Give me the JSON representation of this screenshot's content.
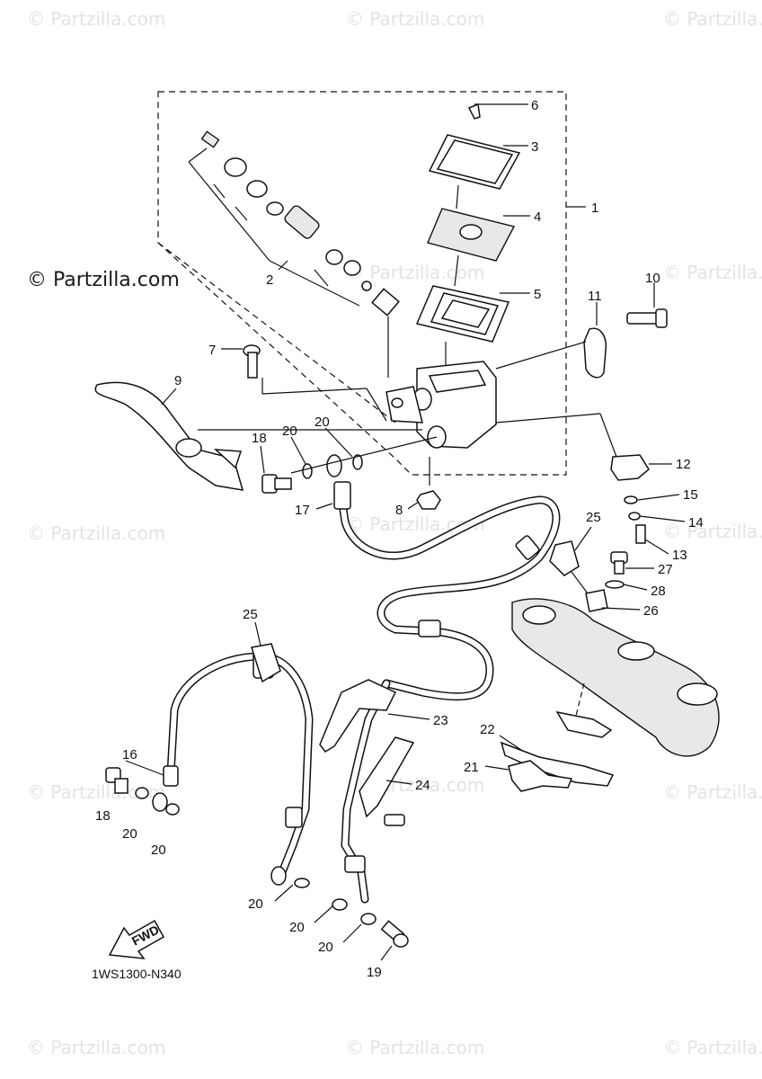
{
  "watermark": {
    "text": "© Partzilla.com",
    "feature_text": "© Partzilla.com"
  },
  "diagram_code": "1WS1300-N340",
  "fwd_label": "FWD",
  "callouts": [
    {
      "id": "c1",
      "label": "1"
    },
    {
      "id": "c2",
      "label": "2"
    },
    {
      "id": "c3",
      "label": "3"
    },
    {
      "id": "c4",
      "label": "4"
    },
    {
      "id": "c5",
      "label": "5"
    },
    {
      "id": "c6",
      "label": "6"
    },
    {
      "id": "c7",
      "label": "7"
    },
    {
      "id": "c8",
      "label": "8"
    },
    {
      "id": "c9",
      "label": "9"
    },
    {
      "id": "c10",
      "label": "10"
    },
    {
      "id": "c11",
      "label": "11"
    },
    {
      "id": "c12",
      "label": "12"
    },
    {
      "id": "c13",
      "label": "13"
    },
    {
      "id": "c14",
      "label": "14"
    },
    {
      "id": "c15",
      "label": "15"
    },
    {
      "id": "c16",
      "label": "16"
    },
    {
      "id": "c17",
      "label": "17"
    },
    {
      "id": "c18a",
      "label": "18"
    },
    {
      "id": "c18b",
      "label": "18"
    },
    {
      "id": "c19",
      "label": "19"
    },
    {
      "id": "c20a",
      "label": "20"
    },
    {
      "id": "c20b",
      "label": "20"
    },
    {
      "id": "c20c",
      "label": "20"
    },
    {
      "id": "c20d",
      "label": "20"
    },
    {
      "id": "c20e",
      "label": "20"
    },
    {
      "id": "c20f",
      "label": "20"
    },
    {
      "id": "c20g",
      "label": "20"
    },
    {
      "id": "c21",
      "label": "21"
    },
    {
      "id": "c22",
      "label": "22"
    },
    {
      "id": "c23",
      "label": "23"
    },
    {
      "id": "c24",
      "label": "24"
    },
    {
      "id": "c25a",
      "label": "25"
    },
    {
      "id": "c25b",
      "label": "25"
    },
    {
      "id": "c26",
      "label": "26"
    },
    {
      "id": "c27",
      "label": "27"
    },
    {
      "id": "c28",
      "label": "28"
    }
  ]
}
